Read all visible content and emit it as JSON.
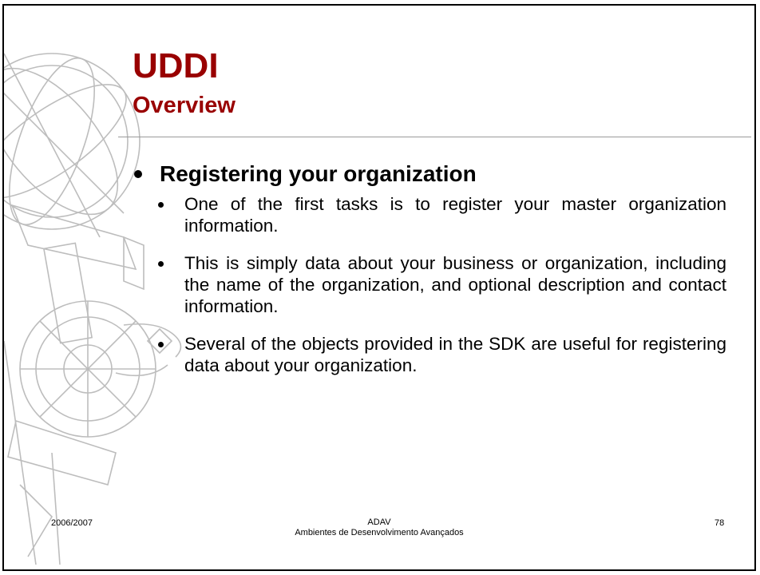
{
  "slide": {
    "title": "UDDI",
    "subtitle": "Overview",
    "main_bullet": "Registering your organization",
    "sub_bullets": [
      "One of the first tasks is to register your master organization information.",
      "This is simply data about your business or organization, including the name of the organization, and optional description and contact information.",
      "Several of the objects provided in the SDK are useful for registering data about your organization."
    ]
  },
  "footer": {
    "date": "2006/2007",
    "course_code": "ADAV",
    "course_name": "Ambientes de Desenvolvimento Avançados",
    "page_number": "78"
  },
  "colors": {
    "title": "#990000",
    "rule": "#9a9a9a"
  },
  "decoration_icon": "armillary-sphere-and-hammer-sketch"
}
